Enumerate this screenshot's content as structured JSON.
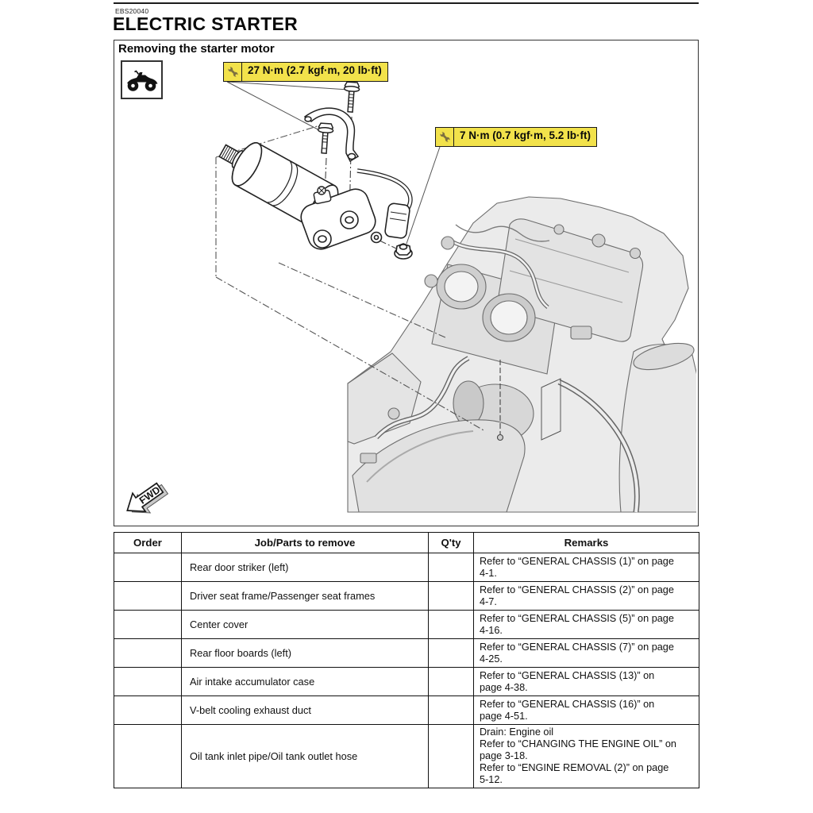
{
  "page": {
    "code": "EBS20040",
    "title": "ELECTRIC STARTER"
  },
  "figure": {
    "caption": "Removing the starter motor",
    "vehicle_icon": "atv-icon",
    "torque_labels": [
      {
        "icon": "wrench-icon",
        "text": "27 N·m (2.7 kgf·m, 20 lb·ft)"
      },
      {
        "icon": "wrench-icon",
        "text": "7 N·m (0.7 kgf·m, 5.2 lb·ft)"
      }
    ],
    "direction_label": "FWD",
    "colors": {
      "torque_bg": "#f2e24b",
      "ink": "#222222",
      "engine_gray": "#e9e9e9"
    }
  },
  "table": {
    "headers": {
      "order": "Order",
      "job": "Job/Parts to remove",
      "qty": "Q'ty",
      "remarks": "Remarks"
    },
    "rows": [
      {
        "order": "",
        "job": "Rear door striker (left)",
        "qty": "",
        "remarks": "Refer to “GENERAL CHASSIS (1)” on page\n4-1."
      },
      {
        "order": "",
        "job": "Driver seat frame/Passenger seat frames",
        "qty": "",
        "remarks": "Refer to “GENERAL CHASSIS (2)” on page\n4-7."
      },
      {
        "order": "",
        "job": "Center cover",
        "qty": "",
        "remarks": "Refer to “GENERAL CHASSIS (5)” on page\n4-16."
      },
      {
        "order": "",
        "job": "Rear floor boards (left)",
        "qty": "",
        "remarks": "Refer to “GENERAL CHASSIS (7)” on page\n4-25."
      },
      {
        "order": "",
        "job": "Air intake accumulator case",
        "qty": "",
        "remarks": "Refer to “GENERAL CHASSIS (13)” on\npage 4-38."
      },
      {
        "order": "",
        "job": "V-belt cooling exhaust duct",
        "qty": "",
        "remarks": "Refer to “GENERAL CHASSIS (16)” on\npage 4-51."
      },
      {
        "order": "",
        "job": "Oil tank inlet pipe/Oil tank outlet hose",
        "qty": "",
        "remarks": "Drain: Engine oil\nRefer to “CHANGING THE ENGINE OIL” on\npage 3-18.\nRefer to “ENGINE REMOVAL (2)” on page\n5-12."
      }
    ]
  }
}
